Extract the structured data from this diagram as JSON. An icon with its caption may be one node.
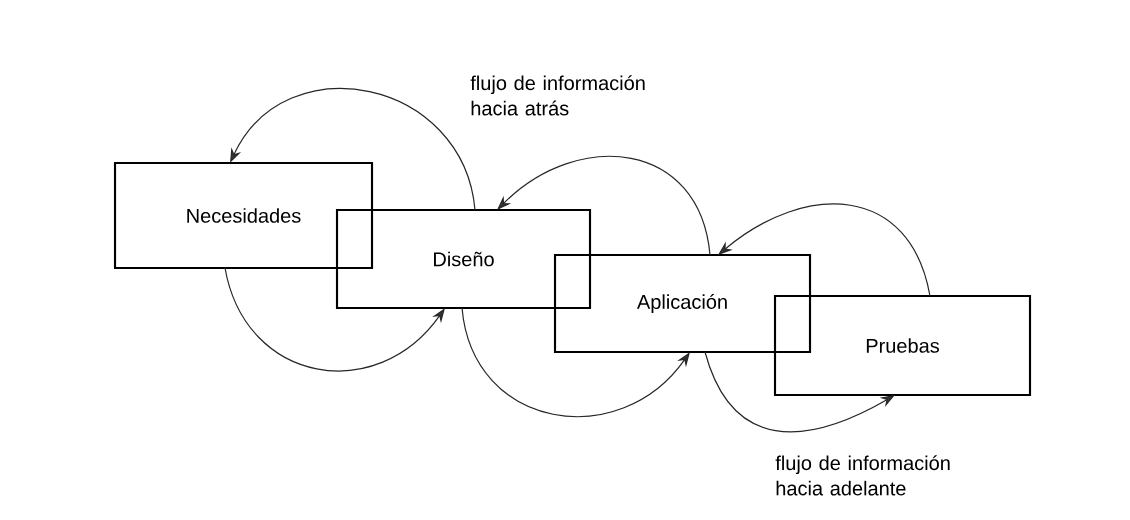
{
  "diagram": {
    "nodes": [
      {
        "text": [
          "Necesidades"
        ]
      },
      {
        "text": [
          "Diseño"
        ]
      },
      {
        "text": [
          "Aplicación"
        ]
      },
      {
        "text": [
          "Pruebas"
        ]
      }
    ],
    "edges": [
      {
        "from": 1,
        "to": 0,
        "arrow": "to"
      },
      {
        "from": 2,
        "to": 1,
        "arrow": "to"
      },
      {
        "from": 3,
        "to": 2,
        "arrow": "to"
      },
      {
        "from": 0,
        "to": 1,
        "arrow": "to"
      },
      {
        "from": 1,
        "to": 2,
        "arrow": "to"
      },
      {
        "from": 2,
        "to": 3,
        "arrow": "to"
      }
    ],
    "labels": [
      "flujo de información hacia atrás",
      "flujo de información hacia adelante"
    ]
  }
}
